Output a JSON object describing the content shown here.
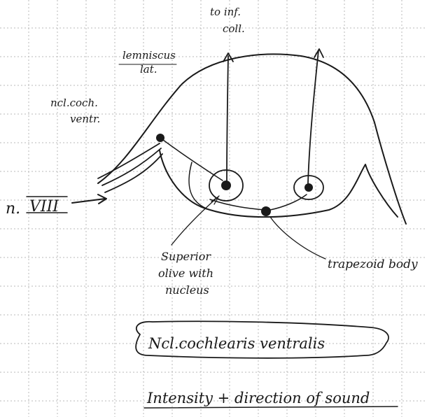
{
  "labels": {
    "to_inf_coll_line1": "to inf.",
    "to_inf_coll_line2": "coll.",
    "lemniscus_line1": "lemniscus",
    "lemniscus_line2": "lat.",
    "ncl_coch_line1": "ncl.coch.",
    "ncl_coch_line2": "ventr.",
    "nerve_viii_prefix": "n.",
    "nerve_viii_numeral": "VIII",
    "superior_line1": "Superior",
    "superior_line2": "olive with",
    "superior_line3": "nucleus",
    "trapezoid_body": "trapezoid body",
    "boxed_title": "Ncl.cochlearis ventralis",
    "footer_title": "Intensity + direction of sound"
  },
  "colors": {
    "ink": "#1a1a1a",
    "grid": "#b9b9b9",
    "paper": "#ffffff"
  }
}
